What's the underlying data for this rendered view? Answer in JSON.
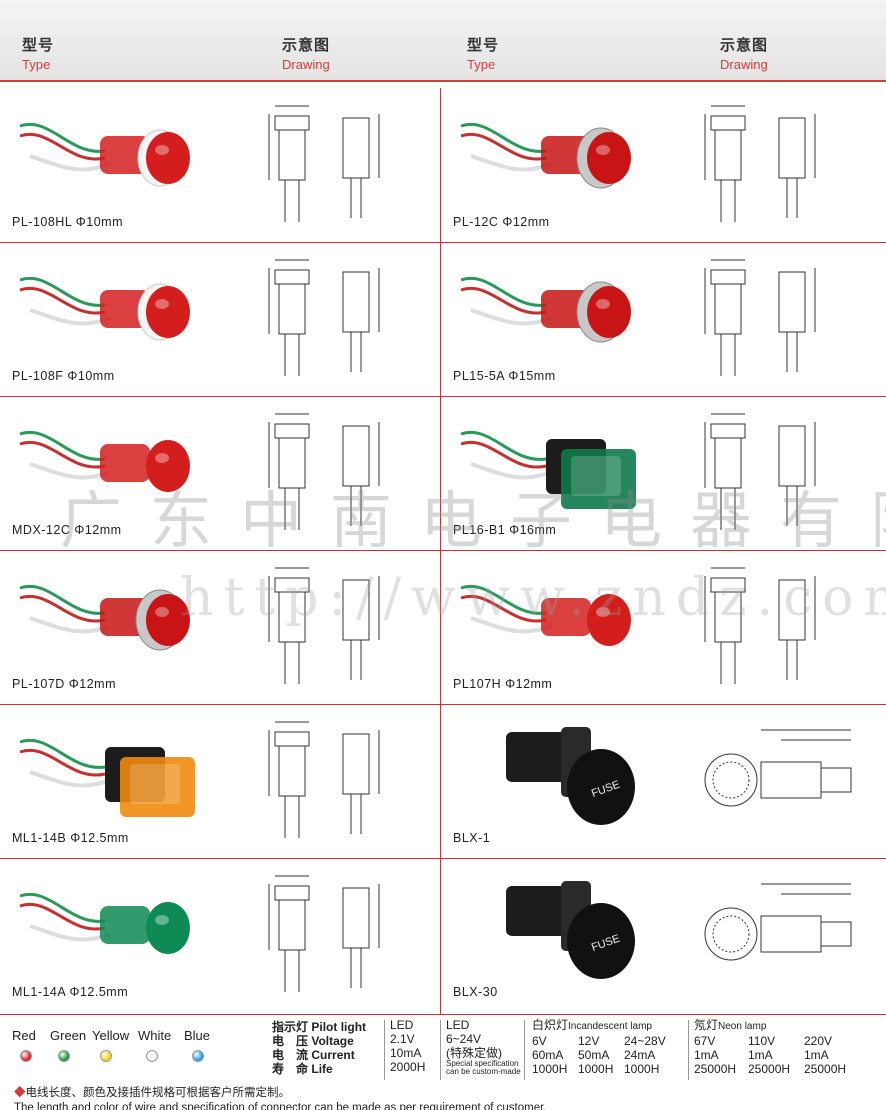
{
  "header": {
    "type_zh": "型号",
    "type_en": "Type",
    "drawing_zh": "示意图",
    "drawing_en": "Drawing"
  },
  "products": [
    {
      "label": "PL-108HL   Φ10mm",
      "color": "#d41e1e",
      "style": "bezel-white"
    },
    {
      "label": "PL-12C   Φ12mm",
      "color": "#c81414",
      "style": "bezel-chrome"
    },
    {
      "label": "PL-108F   Φ10mm",
      "color": "#d41e1e",
      "style": "bezel-white"
    },
    {
      "label": "PL15-5A   Φ15mm",
      "color": "#c81414",
      "style": "facet-chrome"
    },
    {
      "label": "MDX-12C   Φ12mm",
      "color": "#d41e1e",
      "style": "plain"
    },
    {
      "label": "PL16-B1   Φ16mm",
      "color": "#0f7a4a",
      "style": "square"
    },
    {
      "label": "PL-107D   Φ12mm",
      "color": "#c81414",
      "style": "bezel-chrome"
    },
    {
      "label": "PL107H   Φ12mm",
      "color": "#d41e1e",
      "style": "plain"
    },
    {
      "label": "ML1-14B   Φ12.5mm",
      "color": "#f08a10",
      "style": "square-amber"
    },
    {
      "label": "BLX-1",
      "color": "#1a1a1a",
      "style": "fuse"
    },
    {
      "label": "ML1-14A   Φ12.5mm",
      "color": "#0e8a55",
      "style": "plain"
    },
    {
      "label": "BLX-30",
      "color": "#1a1a1a",
      "style": "fuse"
    }
  ],
  "watermark": {
    "company": "广东中南电子电器有限公司",
    "url": "http://www.zndz.com"
  },
  "colors": [
    {
      "name": "Red",
      "hex": "#e8202a"
    },
    {
      "name": "Green",
      "hex": "#1a9a3a"
    },
    {
      "name": "Yellow",
      "hex": "#f2d21a"
    },
    {
      "name": "White",
      "hex": "#f4f4f4"
    },
    {
      "name": "Blue",
      "hex": "#2aa0e8"
    }
  ],
  "spec": {
    "labels": [
      {
        "zh": "指示灯",
        "en": "Pilot light"
      },
      {
        "zh": "电　压",
        "en": "Voltage"
      },
      {
        "zh": "电　流",
        "en": "Current"
      },
      {
        "zh": "寿　命",
        "en": "Life"
      }
    ],
    "led1": [
      "LED",
      "2.1V",
      "10mA",
      "2000H"
    ],
    "led2": [
      "LED",
      "6~24V",
      "(特殊定做)",
      "Special specification",
      "can be custom-made"
    ],
    "incandescent": {
      "title_zh": "白炽灯",
      "title_en": "Incandescent lamp",
      "voltage": [
        "6V",
        "12V",
        "24~28V"
      ],
      "current": [
        "60mA",
        "50mA",
        "24mA"
      ],
      "life": [
        "1000H",
        "1000H",
        "1000H"
      ]
    },
    "neon": {
      "title_zh": "氖灯",
      "title_en": "Neon lamp",
      "voltage": [
        "67V",
        "110V",
        "220V"
      ],
      "current": [
        "1mA",
        "1mA",
        "1mA"
      ],
      "life": [
        "25000H",
        "25000H",
        "25000H"
      ]
    }
  },
  "note": {
    "zh": "电线长度、颜色及接插件规格可根据客户所需定制。",
    "en": "The length and color of wire and specification of connector can be made as per requirement of customer."
  }
}
